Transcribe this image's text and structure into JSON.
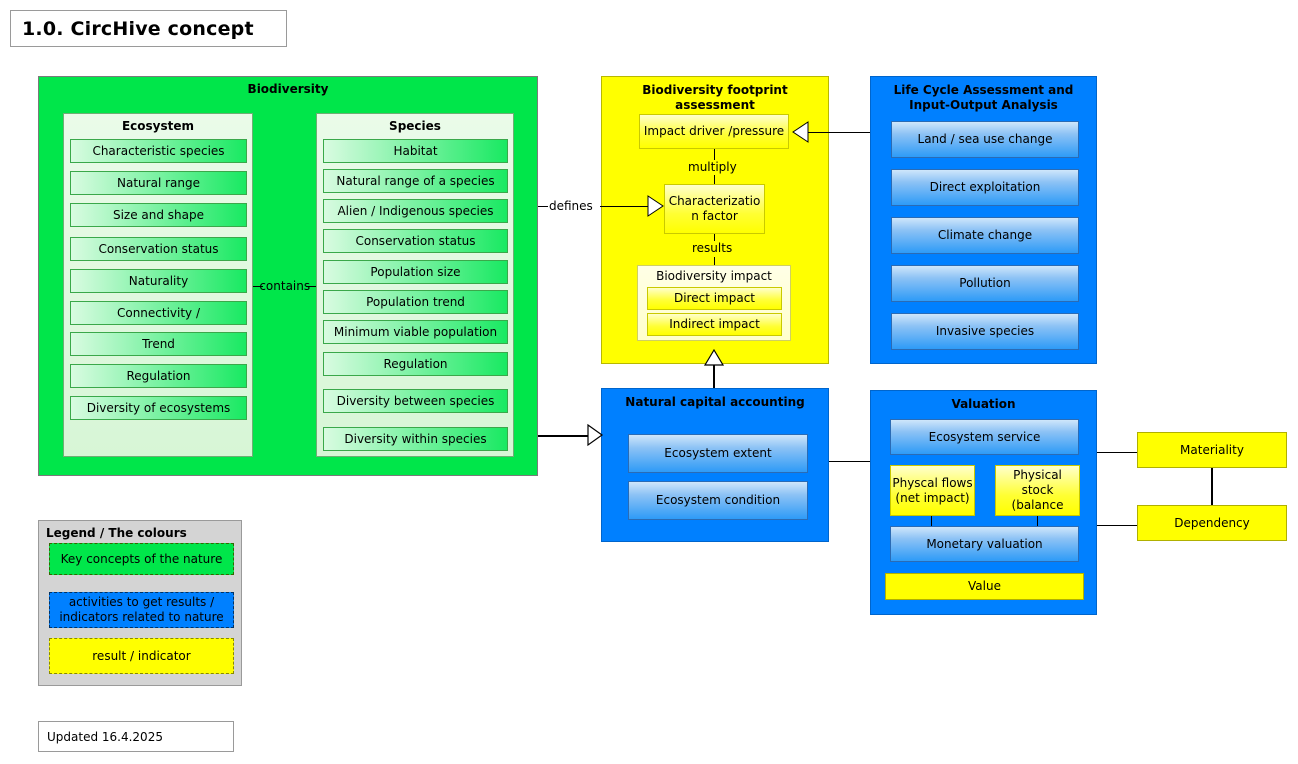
{
  "page": {
    "title": "1.0. CircHive concept",
    "updated": "Updated 16.4.2025"
  },
  "biodiversity": {
    "title": "Biodiversity",
    "ecosystem": {
      "title": "Ecosystem",
      "items": [
        "Characteristic species",
        "Natural range",
        "Size and shape",
        "Conservation status",
        "Naturality",
        "Connectivity /",
        "Trend",
        "Regulation",
        "Diversity of ecosystems"
      ]
    },
    "species": {
      "title": "Species",
      "items": [
        "Habitat",
        "Natural range of a species",
        "Alien / Indigenous species",
        "Conservation status",
        "Population size",
        "Population trend",
        "Minimum viable population",
        "Regulation",
        "Diversity between species",
        "Diversity within species"
      ]
    },
    "contains_label": "-contains-"
  },
  "footprint": {
    "title": "Biodiversity footprint assessment",
    "impact_driver": "Impact driver /pressure",
    "multiply_label": "multiply",
    "characterization_factor": "Characterizatio n factor",
    "results_label": "results",
    "biodiversity_impact": {
      "title": "Biodiversity impact",
      "items": [
        "Direct impact",
        "Indirect impact"
      ]
    }
  },
  "lca": {
    "title": "Life Cycle Assessment and Input-Output Analysis",
    "items": [
      "Land / sea use change",
      "Direct exploitation",
      "Climate change",
      "Pollution",
      "Invasive species"
    ]
  },
  "nca": {
    "title": "Natural capital accounting",
    "items": [
      "Ecosystem extent",
      "Ecosystem condition"
    ]
  },
  "valuation": {
    "title": "Valuation",
    "ecosystem_service": "Ecosystem service",
    "physical_flows": "Physcal flows (net impact)",
    "physical_stock": "Physical stock (balance",
    "monetary_valuation": "Monetary valuation",
    "value": "Value"
  },
  "outcomes": {
    "materiality": "Materiality",
    "dependency": "Dependency"
  },
  "edges": {
    "defines": "defines"
  },
  "legend": {
    "title": "Legend / The colours",
    "items": [
      {
        "label": "Key concepts of the nature",
        "color": "#00e64a"
      },
      {
        "label": "activities to get results / indicators related to nature",
        "color": "#0080ff"
      },
      {
        "label": "result / indicator",
        "color": "#ffff00"
      }
    ]
  },
  "colors": {
    "green": "#00e64a",
    "blue": "#0080ff",
    "yellow": "#ffff00",
    "legend_bg": "#d4d4d4"
  }
}
